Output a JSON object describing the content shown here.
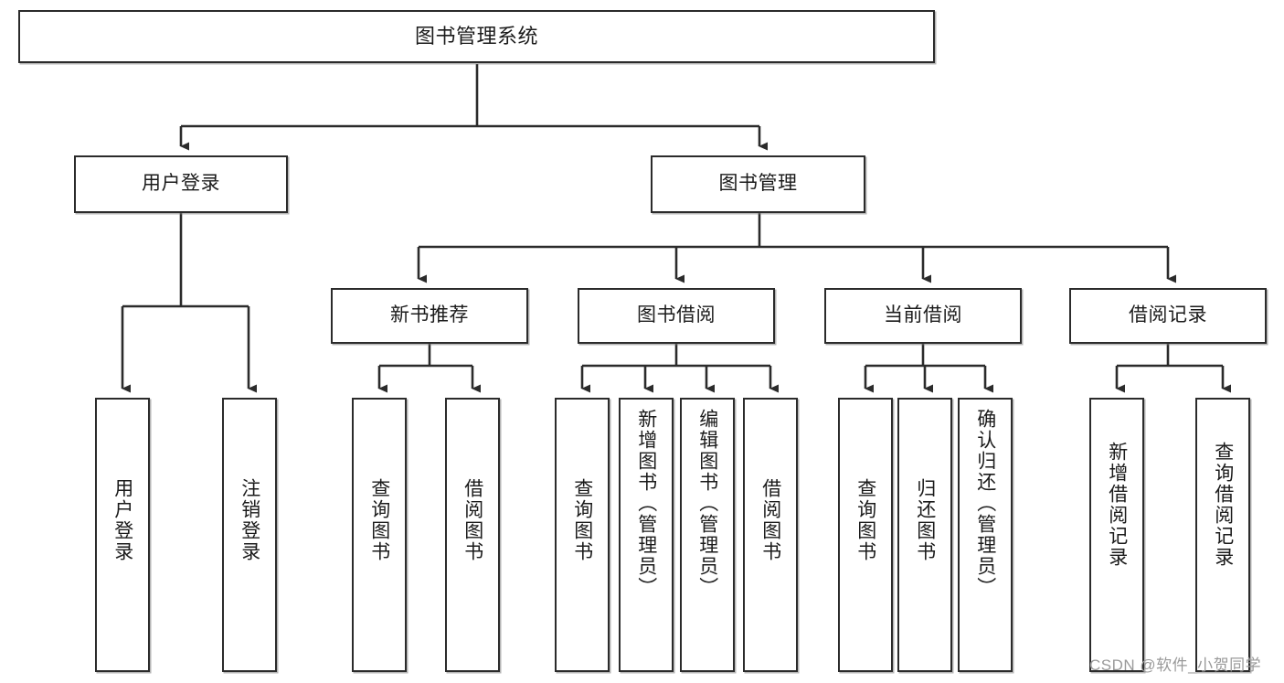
{
  "diagram": {
    "title": "图书管理系统",
    "root": {
      "label": "图书管理系统"
    },
    "level2": [
      {
        "label": "用户登录"
      },
      {
        "label": "图书管理"
      }
    ],
    "level3": [
      {
        "label": "新书推荐"
      },
      {
        "label": "图书借阅"
      },
      {
        "label": "当前借阅"
      },
      {
        "label": "借阅记录"
      }
    ],
    "leaves": {
      "user_login": [
        {
          "label": "用户登录"
        },
        {
          "label": "注销登录"
        }
      ],
      "new_book_recommend": [
        {
          "label": "查询图书"
        },
        {
          "label": "借阅图书"
        }
      ],
      "book_borrow": [
        {
          "label": "查询图书"
        },
        {
          "label": "新增图书（管理员）"
        },
        {
          "label": "编辑图书（管理员）"
        },
        {
          "label": "借阅图书"
        }
      ],
      "current_borrow": [
        {
          "label": "查询图书"
        },
        {
          "label": "归还图书"
        },
        {
          "label": "确认归还（管理员）"
        }
      ],
      "borrow_record": [
        {
          "label": "新增借阅记录"
        },
        {
          "label": "查询借阅记录"
        }
      ]
    }
  },
  "watermark": {
    "text": "CSDN @软件_小贺同学"
  },
  "colors": {
    "box_border": "#2b2b2b",
    "box_fill": "#ffffff",
    "connector": "#2b2b2b",
    "text": "#1b1b1b",
    "watermark": "#9a9a9a"
  }
}
